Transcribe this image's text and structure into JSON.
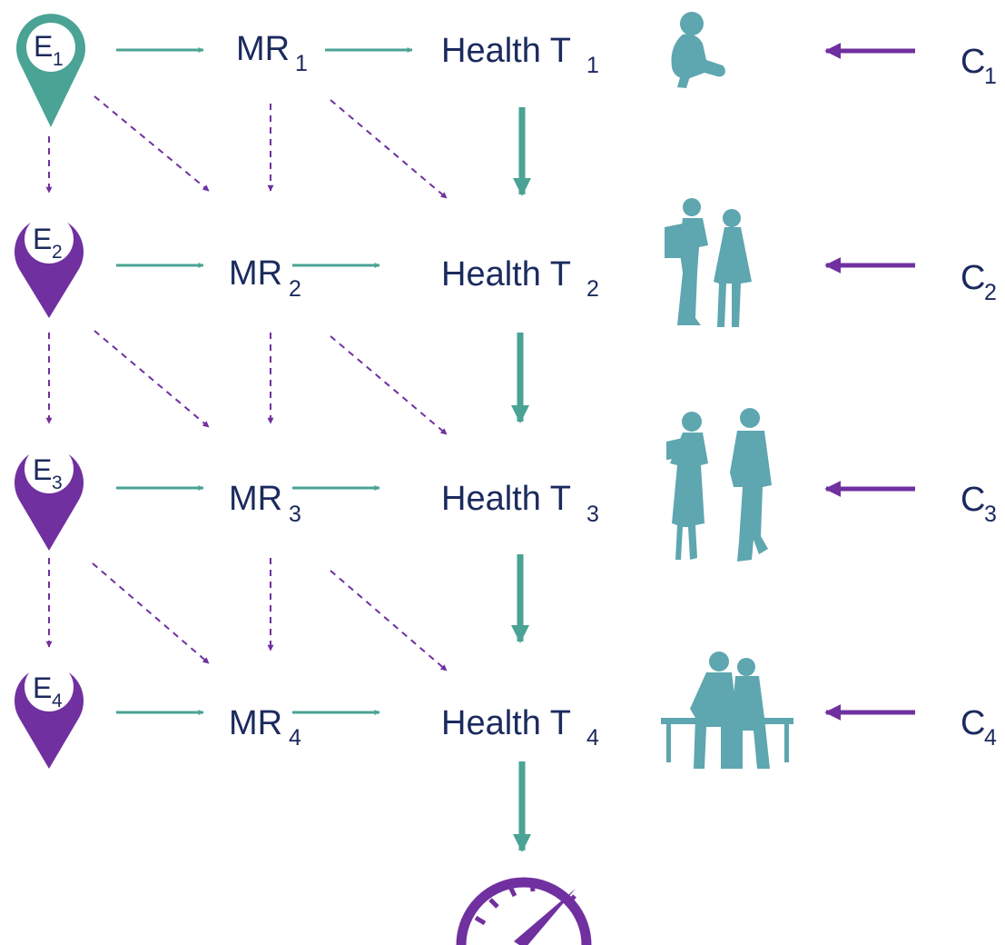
{
  "colors": {
    "teal": "#4aa394",
    "purple": "#7030a0",
    "navy": "#1b2a5e",
    "silhouette": "#5ea6b0"
  },
  "rows": [
    {
      "exposure": "E",
      "exposure_sub": "1",
      "mediator": "MR",
      "mediator_sub": "1",
      "health": "Health T",
      "health_sub": "1",
      "confounder": "C",
      "confounder_sub": "1",
      "pin_color": "teal",
      "life_stage_icon": "child-silhouette-icon"
    },
    {
      "exposure": "E",
      "exposure_sub": "2",
      "mediator": "MR",
      "mediator_sub": "2",
      "health": "Health T",
      "health_sub": "2",
      "confounder": "C",
      "confounder_sub": "2",
      "pin_color": "purple",
      "life_stage_icon": "adolescents-silhouette-icon"
    },
    {
      "exposure": "E",
      "exposure_sub": "3",
      "mediator": "MR",
      "mediator_sub": "3",
      "health": "Health T",
      "health_sub": "3",
      "confounder": "C",
      "confounder_sub": "3",
      "pin_color": "purple",
      "life_stage_icon": "adults-silhouette-icon"
    },
    {
      "exposure": "E",
      "exposure_sub": "4",
      "mediator": "MR",
      "mediator_sub": "4",
      "health": "Health T",
      "health_sub": "4",
      "confounder": "C",
      "confounder_sub": "4",
      "pin_color": "purple",
      "life_stage_icon": "elderly-couple-bench-icon"
    }
  ],
  "outcome_icon": "speedometer-gauge-icon"
}
